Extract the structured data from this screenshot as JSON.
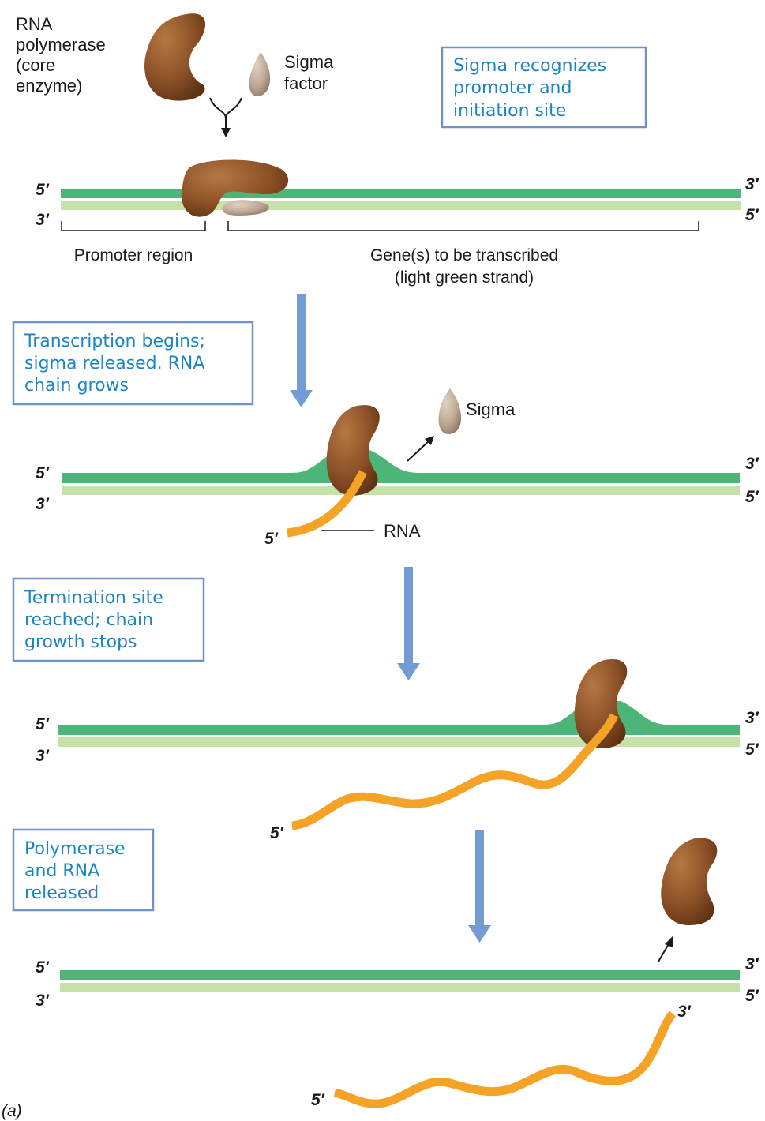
{
  "colors": {
    "template_strand": "#c7e2a8",
    "coding_strand": "#4db578",
    "rna": "#f5a326",
    "polymerase": "#8b5026",
    "sigma": "#bda793",
    "step_arrow": "#739bd4",
    "box_text": "#1b86c4",
    "box_border": "#6f93c8"
  },
  "top": {
    "polymerase_label": [
      "RNA",
      "polymerase",
      "(core",
      "enzyme)"
    ],
    "sigma_label": [
      "Sigma",
      "factor"
    ],
    "box_lines": [
      "Sigma recognizes",
      "promoter and",
      "initiation site"
    ]
  },
  "step1": {
    "promoter_label": "Promoter region",
    "gene_label_1": "Gene(s) to be transcribed",
    "gene_label_2": "(light green strand)"
  },
  "step2": {
    "box_lines": [
      "Transcription begins;",
      "sigma released. RNA",
      "chain grows"
    ],
    "sigma_label": "Sigma",
    "rna_label": "RNA"
  },
  "step3": {
    "box_lines": [
      "Termination site",
      "reached; chain",
      "growth stops"
    ]
  },
  "step4": {
    "box_lines": [
      "Polymerase",
      "and RNA",
      "released"
    ]
  },
  "ends": {
    "five": "5′",
    "three": "3′"
  },
  "panel_label": "(a)"
}
